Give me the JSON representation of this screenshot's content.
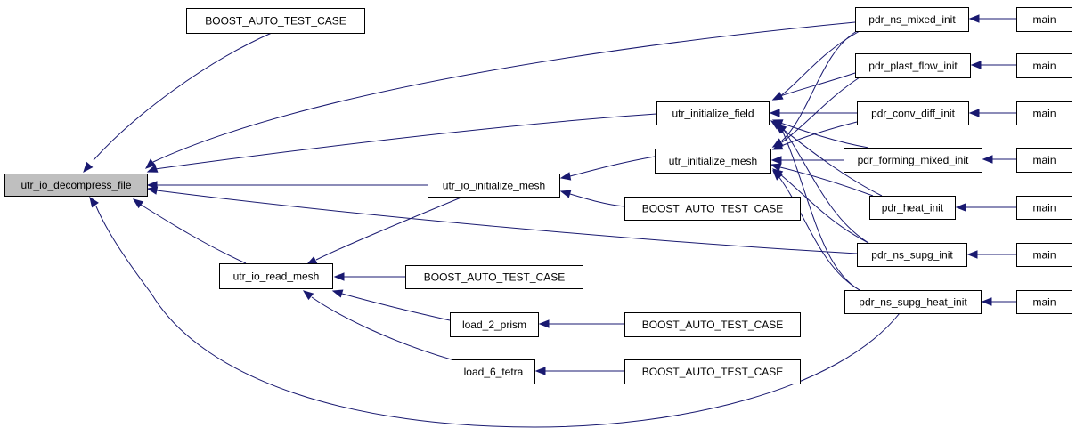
{
  "colors": {
    "edge": "#191970",
    "focus_fill": "#bfbfbf",
    "node_border": "#000000"
  },
  "nodes": {
    "decompress": {
      "label": "utr_io_decompress_file",
      "focus": true
    },
    "boost_top": {
      "label": "BOOST_AUTO_TEST_CASE"
    },
    "read_mesh": {
      "label": "utr_io_read_mesh"
    },
    "io_init_mesh": {
      "label": "utr_io_initialize_mesh"
    },
    "init_field": {
      "label": "utr_initialize_field"
    },
    "init_mesh": {
      "label": "utr_initialize_mesh"
    },
    "boost_iim": {
      "label": "BOOST_AUTO_TEST_CASE"
    },
    "boost_rm": {
      "label": "BOOST_AUTO_TEST_CASE"
    },
    "load2": {
      "label": "load_2_prism"
    },
    "load6": {
      "label": "load_6_tetra"
    },
    "boost_l2": {
      "label": "BOOST_AUTO_TEST_CASE"
    },
    "boost_l6": {
      "label": "BOOST_AUTO_TEST_CASE"
    },
    "ns_mixed": {
      "label": "pdr_ns_mixed_init"
    },
    "plast": {
      "label": "pdr_plast_flow_init"
    },
    "conv": {
      "label": "pdr_conv_diff_init"
    },
    "forming": {
      "label": "pdr_forming_mixed_init"
    },
    "heat": {
      "label": "pdr_heat_init"
    },
    "supg": {
      "label": "pdr_ns_supg_init"
    },
    "supg_heat": {
      "label": "pdr_ns_supg_heat_init"
    },
    "main1": {
      "label": "main"
    },
    "main2": {
      "label": "main"
    },
    "main3": {
      "label": "main"
    },
    "main4": {
      "label": "main"
    },
    "main5": {
      "label": "main"
    },
    "main6": {
      "label": "main"
    },
    "main7": {
      "label": "main"
    }
  }
}
